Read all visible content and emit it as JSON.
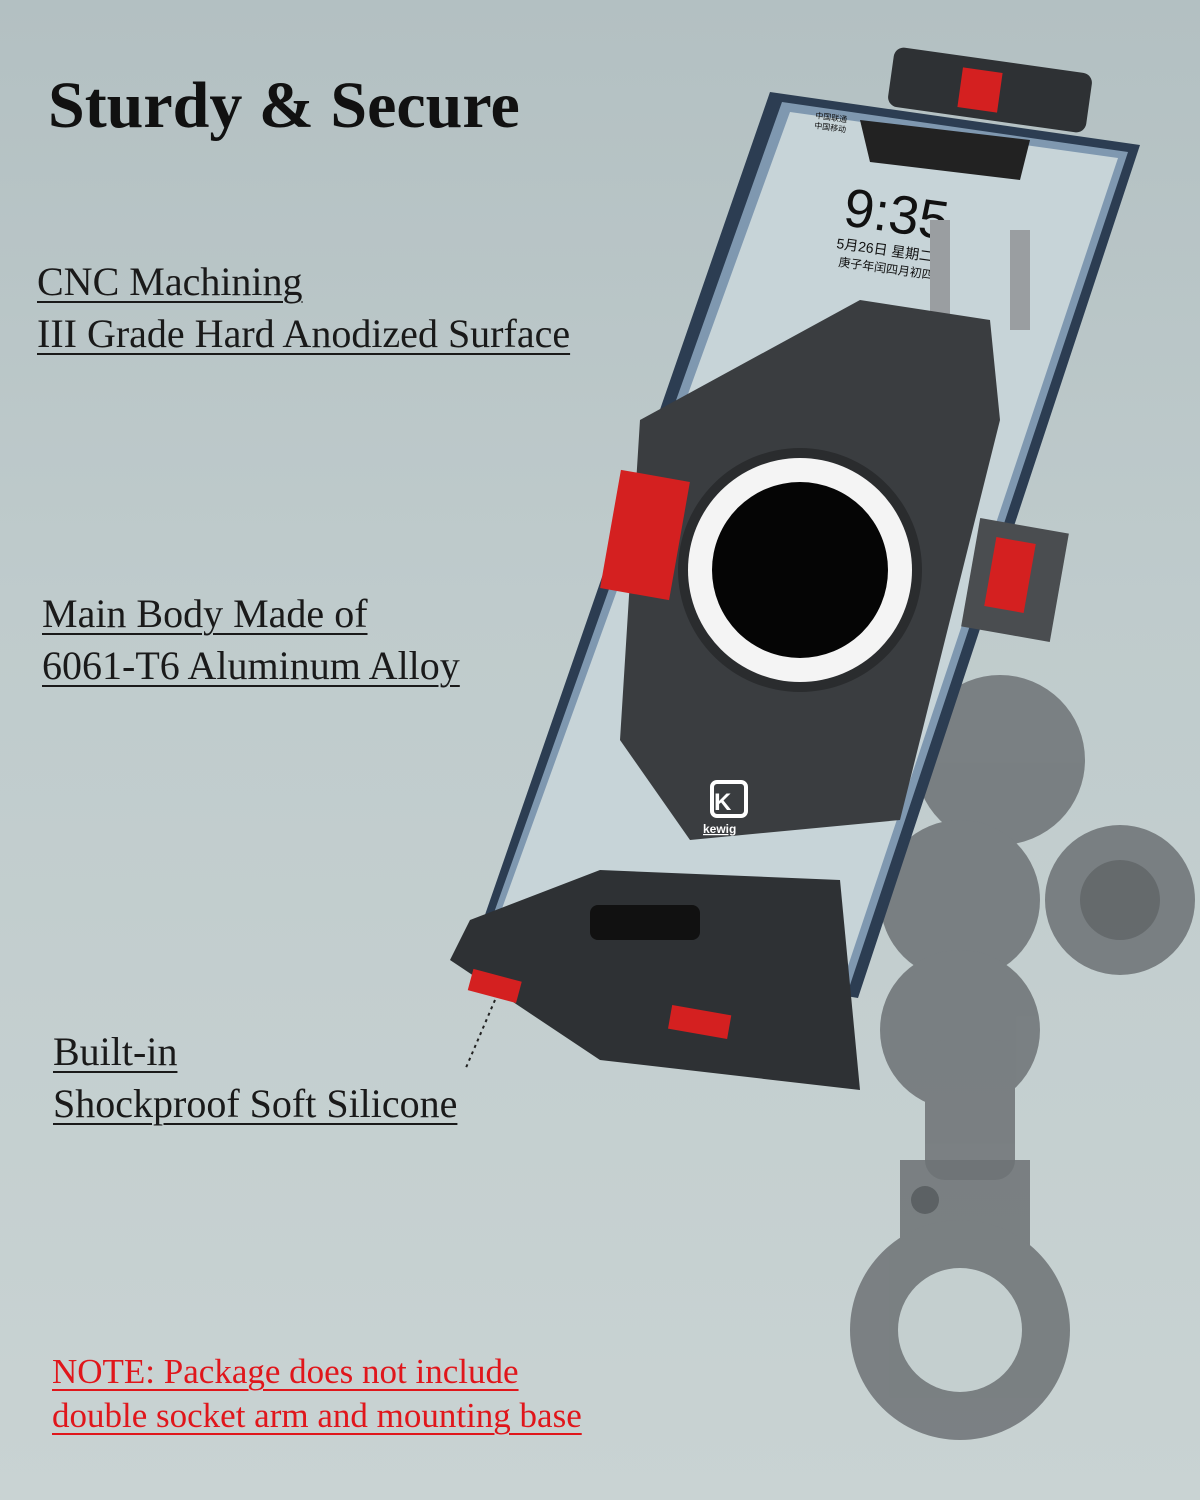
{
  "title": "Sturdy & Secure",
  "features": [
    {
      "lines": [
        "CNC Machining",
        "III Grade Hard Anodized Surface"
      ]
    },
    {
      "lines": [
        "Main Body Made of",
        "6061-T6 Aluminum Alloy"
      ]
    },
    {
      "lines": [
        "Built-in",
        "Shockproof Soft Silicone"
      ]
    }
  ],
  "note": {
    "lines": [
      "NOTE: Package does not include",
      "double socket arm and mounting base"
    ],
    "color": "#e0161b"
  },
  "phone_screen": {
    "carrier": [
      "中国联通",
      "中国移动"
    ],
    "time": "9:35",
    "date": "5月26日 星期二",
    "lunar": "庚子年闰四月初四"
  },
  "brand_logo": "kewig",
  "colors": {
    "accent_red": "#d42020",
    "body_dark": "#3a3d40"
  }
}
